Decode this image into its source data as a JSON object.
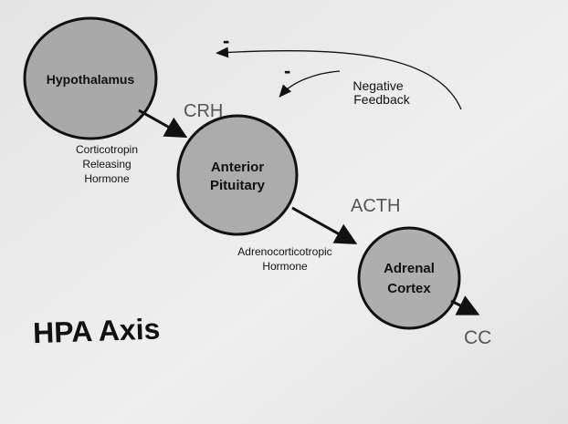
{
  "title": "HPA Axis",
  "nodes": {
    "hypothalamus": "Hypothalamus",
    "pituitary": [
      "Anterior",
      "Pituitary"
    ],
    "adrenal": [
      "Adrenal",
      "Cortex"
    ]
  },
  "hormones": {
    "crh": "CRH",
    "crh_full": [
      "Corticotropin",
      "Releasing",
      "Hormone"
    ],
    "acth": "ACTH",
    "acth_full": [
      "Adrenocorticotropic",
      "Hormone"
    ],
    "cc": "CC"
  },
  "feedback": {
    "label": [
      "Negative",
      "Feedback"
    ],
    "minus_1": "-",
    "minus_2": "-"
  },
  "colors": {
    "node_fill": "#a9a9a9",
    "paper": "#ececec",
    "ink": "#111111"
  }
}
